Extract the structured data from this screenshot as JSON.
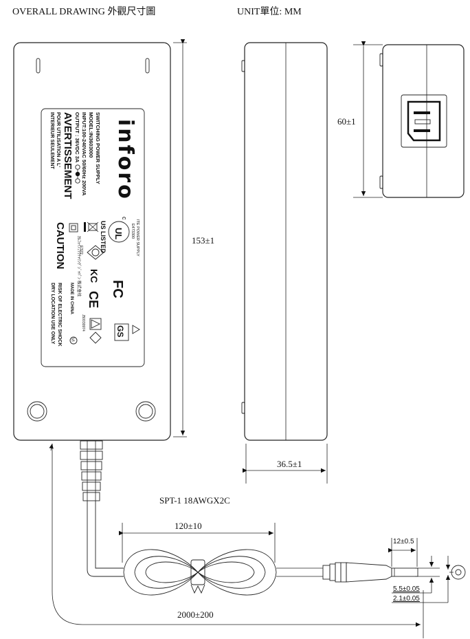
{
  "header": {
    "title": "OVERALL DRAWING 外觀尺寸圖",
    "unit": "UNIT單位: MM"
  },
  "dimensions": {
    "length": "153±1",
    "width": "60±1",
    "thickness": "36.5±1",
    "cable_spec": "SPT-1 18AWGX2C",
    "coil_width": "120±10",
    "cable_length": "2000±200",
    "plug_length": "12±0.5",
    "plug_od": "5.5±0.05",
    "plug_id": "2.1±0.05"
  },
  "label": {
    "brand": "inforo",
    "product": "SWITCHING POWER SUPPLY",
    "model": "MODEL:IN3603000",
    "input": "INPUT:100-240VAC 50/60Hz 200VA",
    "output": "OUTPUT : 36VDC 3A",
    "warning_fr_title": "AVERTISSEMENT",
    "warning_fr_line1": "POUR UTILISATION A L'",
    "warning_fr_line2": "INTERIEUR SEULEMENT",
    "caution_title": "CAUTION",
    "caution_line1": "RISK OF ELECTRIC SHOCK",
    "caution_line2": "DRY LOCATION USE ONLY",
    "ite": "ITE POWER SUPPLY",
    "e_number": "E473300",
    "ul_listed": "US LISTED",
    "ul_c": "c",
    "ul_mark": "UL",
    "made_in": "MADE IN CHINA",
    "japan_text": "ｶﾙﾌｫｲﾝﾌｧｸﾁｬﾘﾝｸﾞｼﾞｬﾊﾟﾝ 株式會社",
    "e322": "E322",
    "gs_code": "J50030974",
    "fcc": "FC",
    "ce": "CE",
    "kc": "KC",
    "gs": "GS",
    "vi": "VI",
    "rcm_code": "E322"
  }
}
